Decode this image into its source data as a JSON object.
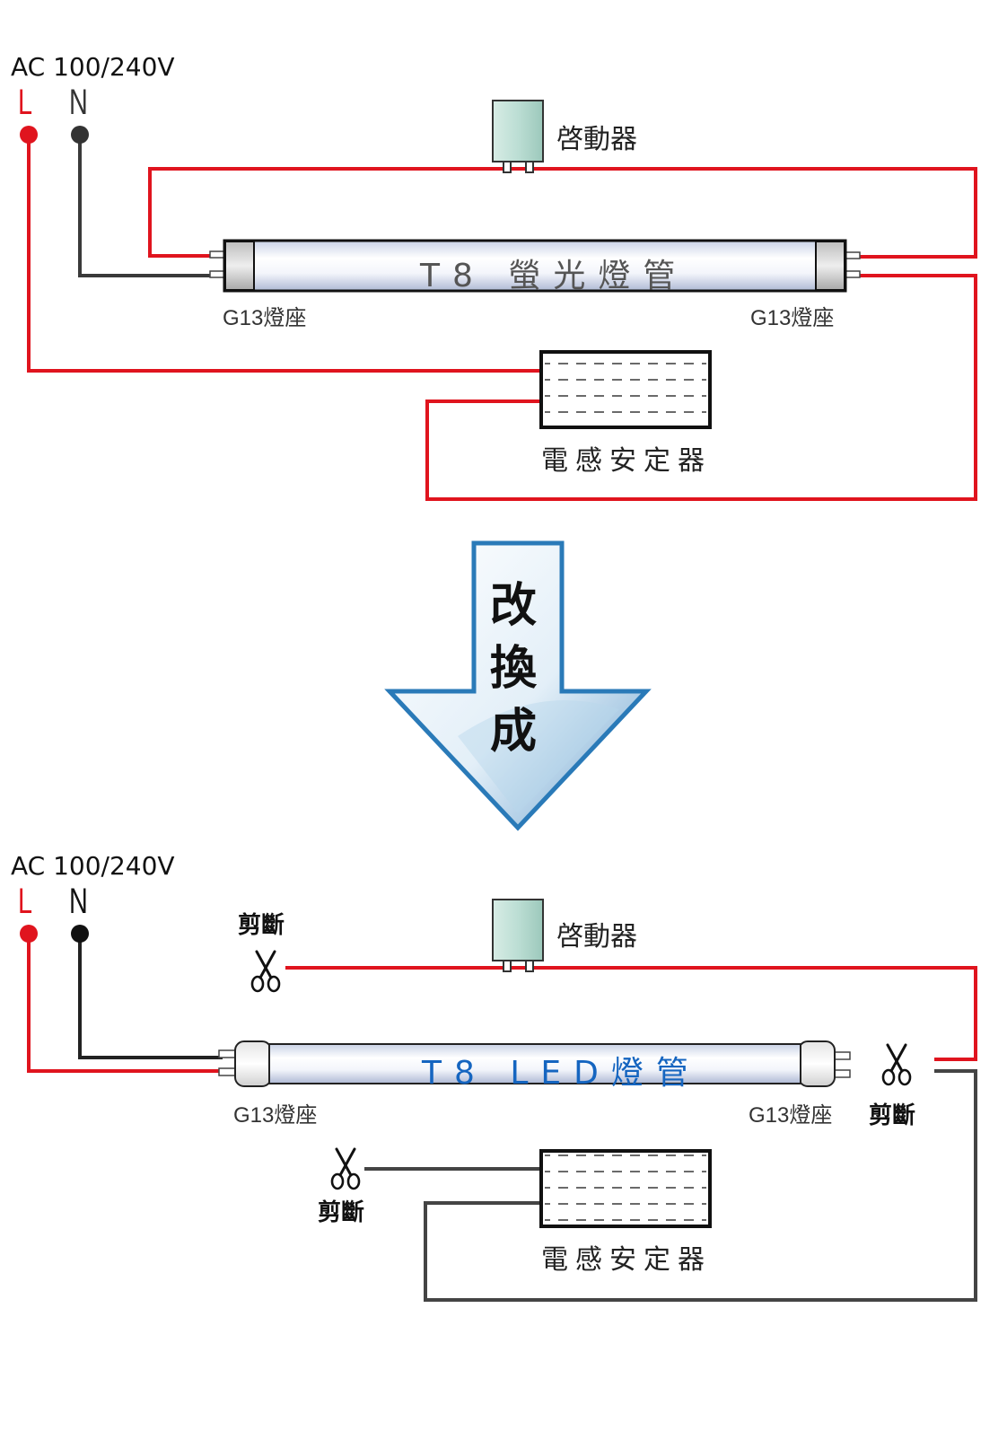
{
  "top": {
    "supply": "AC 100/240V",
    "live": "L",
    "neutral": "N",
    "starter": "啓動器",
    "tube": "T8  螢光燈管",
    "socket_left": "G13燈座",
    "socket_right": "G13燈座",
    "ballast": "電感安定器"
  },
  "arrow": {
    "chars": [
      "改",
      "換",
      "成"
    ]
  },
  "bottom": {
    "supply": "AC 100/240V",
    "live": "L",
    "neutral": "N",
    "starter": "啓動器",
    "tube": "T8  LED燈管",
    "socket_left": "G13燈座",
    "socket_right": "G13燈座",
    "ballast": "電感安定器",
    "cut_starter": "剪斷",
    "cut_right": "剪斷",
    "cut_ballast": "剪斷"
  },
  "colors": {
    "live": "#e0141e",
    "neutral": "#333333",
    "led_text": "#1565c0",
    "arrow": "#2a7ab8"
  }
}
